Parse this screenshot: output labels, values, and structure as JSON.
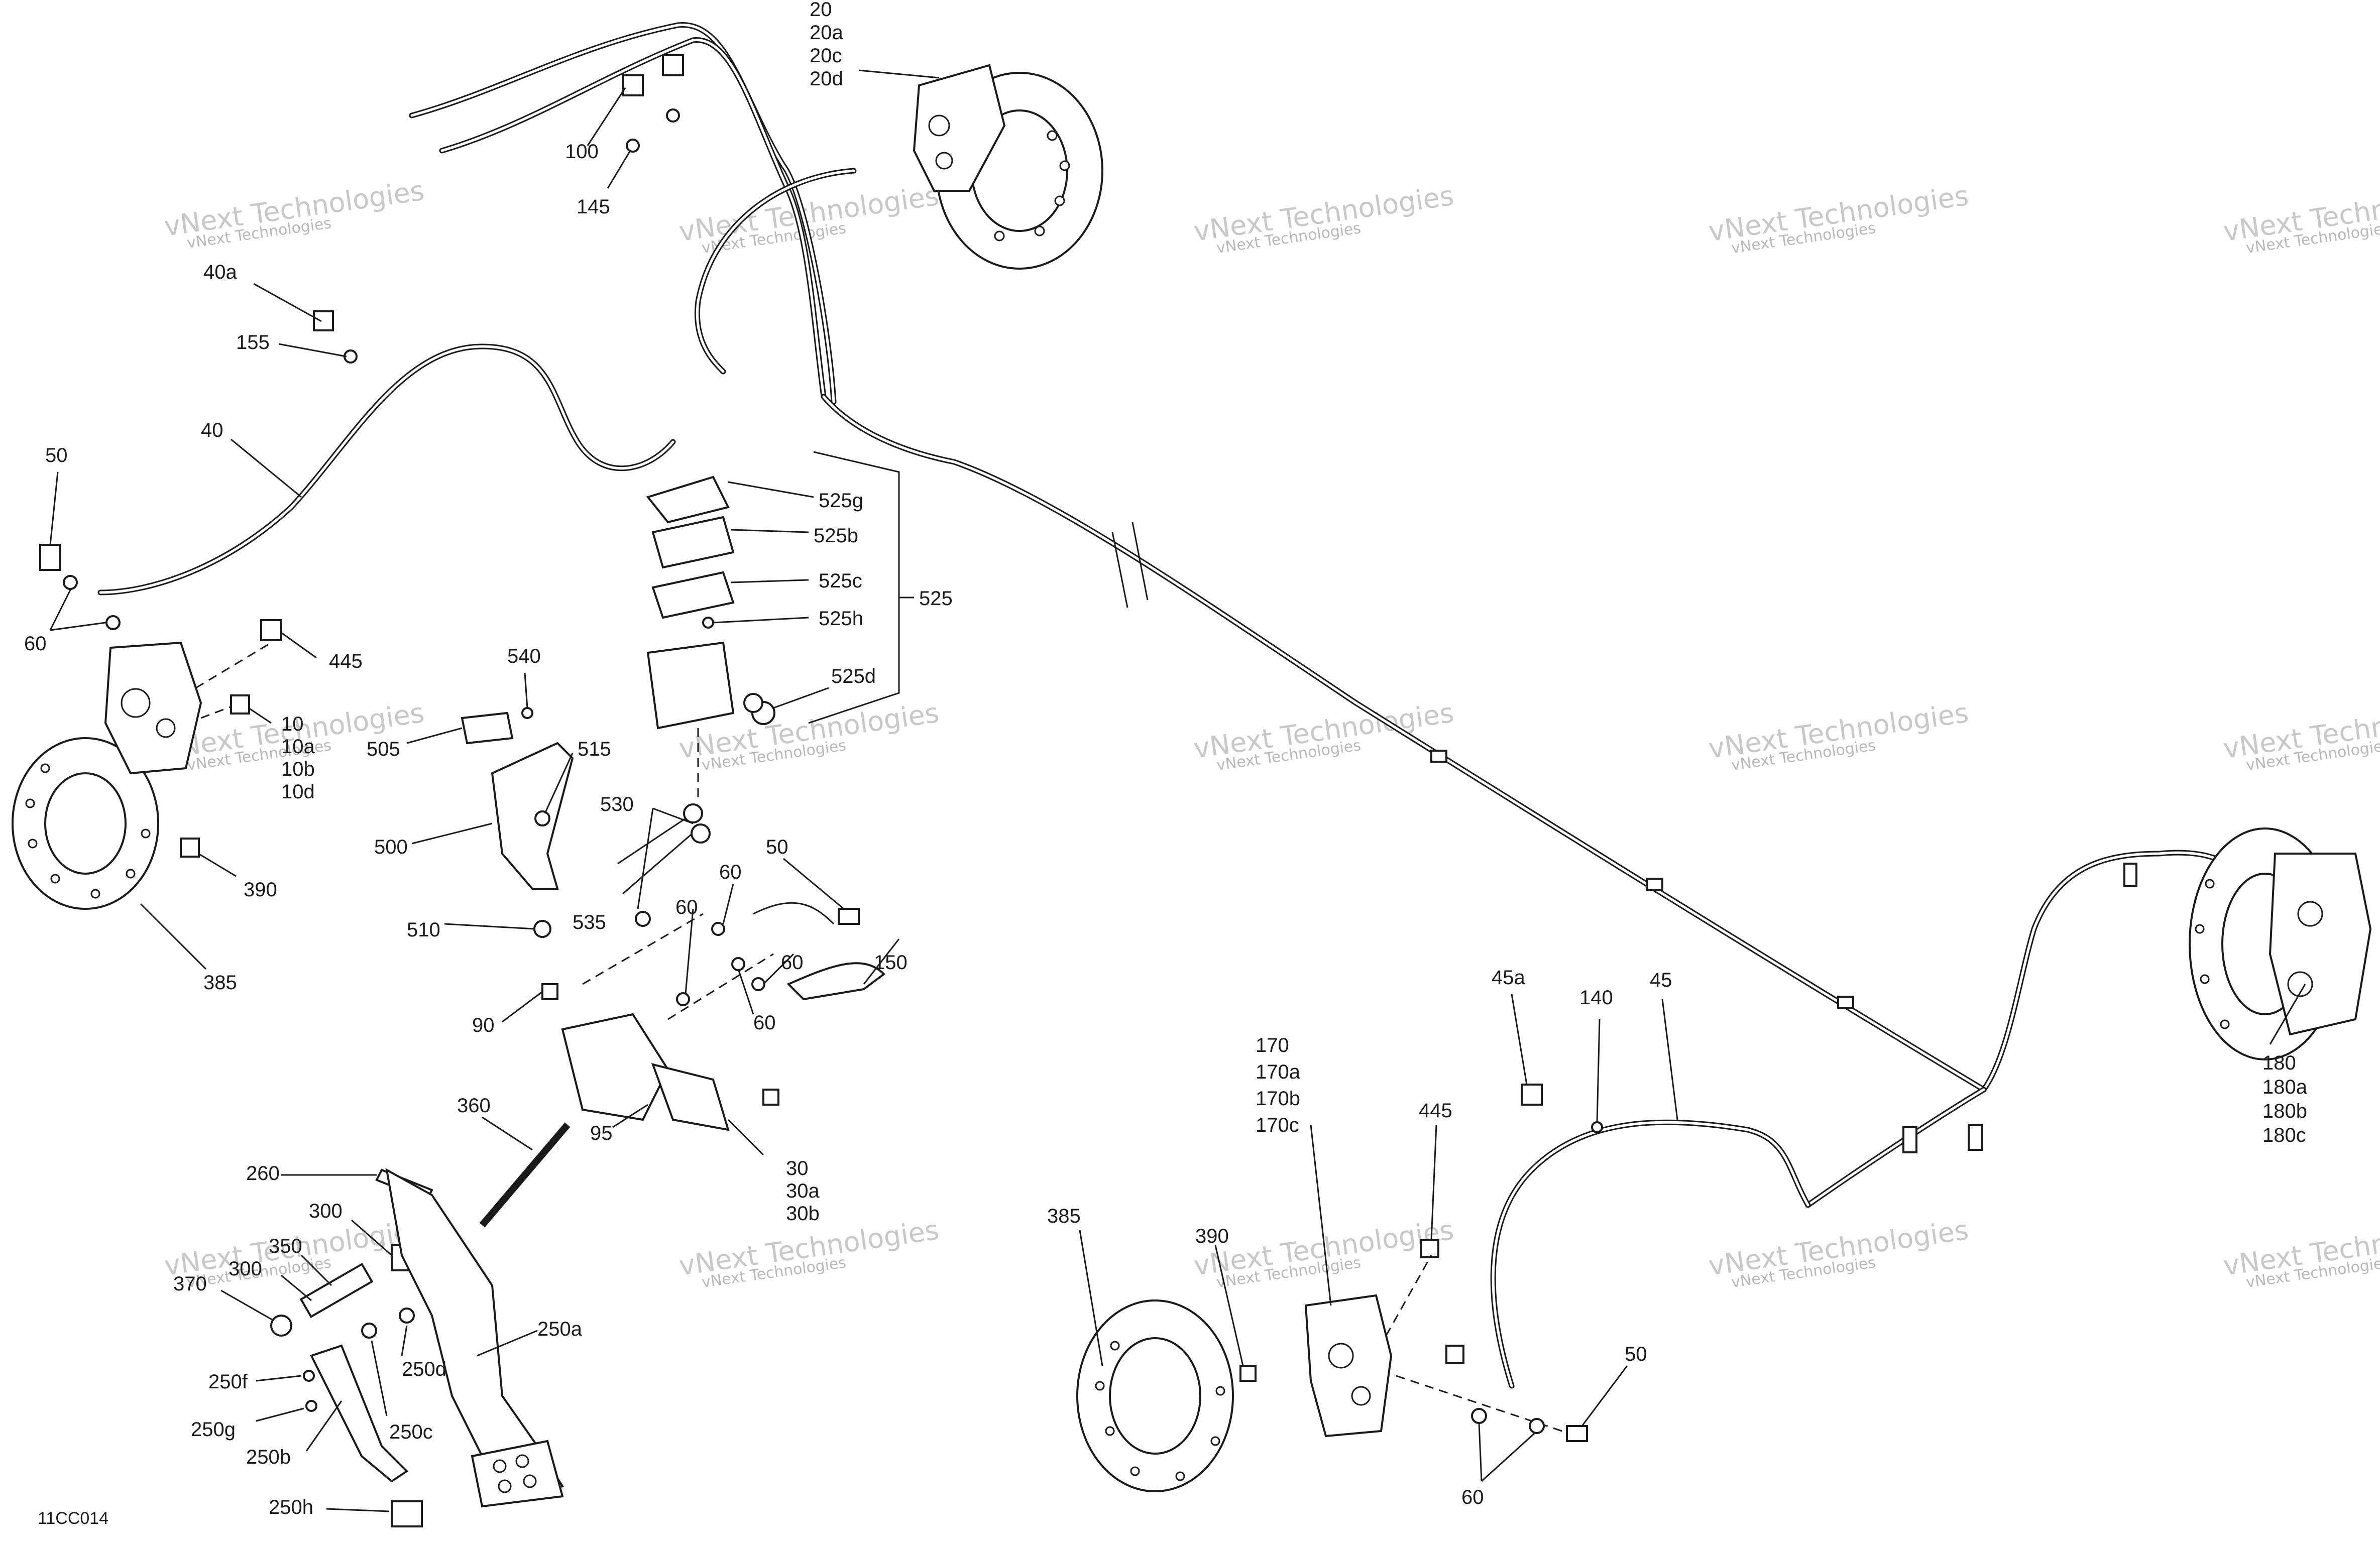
{
  "diagram_id": "11CC014",
  "watermark": {
    "line1": "vNext Technologies",
    "line2": "vNext Technologies"
  },
  "callouts": {
    "c20": "20",
    "c20a": "20a",
    "c20c": "20c",
    "c20d": "20d",
    "c100": "100",
    "c145": "145",
    "c40a": "40a",
    "c155": "155",
    "c40": "40",
    "c50_top": "50",
    "c60_top": "60",
    "c445_top": "445",
    "c10": "10",
    "c10a": "10a",
    "c10b": "10b",
    "c10d": "10d",
    "c390_left": "390",
    "c385_left": "385",
    "c525g": "525g",
    "c525b": "525b",
    "c525c": "525c",
    "c525h": "525h",
    "c525d": "525d",
    "c525": "525",
    "c540": "540",
    "c505": "505",
    "c515": "515",
    "c500": "500",
    "c510": "510",
    "c530": "530",
    "c535": "535",
    "c50_mid": "50",
    "c60_a": "60",
    "c60_b": "60",
    "c60_c": "60",
    "c60_d": "60",
    "c150": "150",
    "c90": "90",
    "c95": "95",
    "c30": "30",
    "c30a": "30a",
    "c30b": "30b",
    "c360": "360",
    "c260": "260",
    "c300_a": "300",
    "c350": "350",
    "c300_b": "300",
    "c370": "370",
    "c250a": "250a",
    "c250f": "250f",
    "c250d": "250d",
    "c250g": "250g",
    "c250c": "250c",
    "c250b": "250b",
    "c250h": "250h",
    "c385_right": "385",
    "c390_right": "390",
    "c170": "170",
    "c170a": "170a",
    "c170b": "170b",
    "c170c": "170c",
    "c445_right": "445",
    "c45a": "45a",
    "c140": "140",
    "c45": "45",
    "c50_bot": "50",
    "c60_bot": "60",
    "c180": "180",
    "c180a": "180a",
    "c180b": "180b",
    "c180c": "180c"
  }
}
